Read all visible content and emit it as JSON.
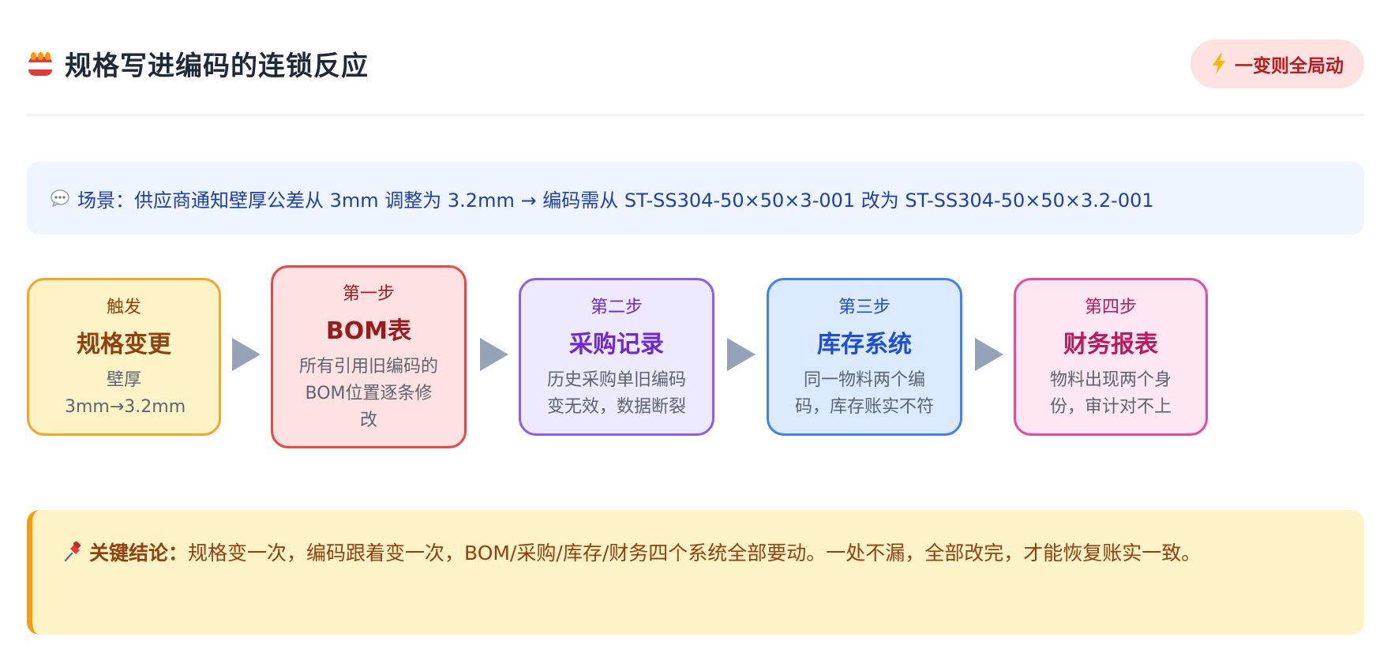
{
  "header": {
    "title": "规格写进编码的连锁反应",
    "title_icon": "fire-extinguisher-icon",
    "badge": "一变则全局动",
    "badge_icon": "lightning-icon"
  },
  "scene": {
    "icon": "speech-bubble-icon",
    "text": "场景：供应商通知壁厚公差从 3mm 调整为 3.2mm → 编码需从 ST-SS304-50×50×3-001 改为 ST-SS304-50×50×3.2-001"
  },
  "steps": [
    {
      "step": "触发",
      "name": "规格变更",
      "desc": "壁厚 3mm→3.2mm",
      "border": "#f5a623",
      "bg": "#fef3c7",
      "step_color": "#92400e",
      "name_color": "#92400e"
    },
    {
      "step": "第一步",
      "name": "BOM表",
      "desc": "所有引用旧编码的BOM位置逐条修改",
      "border": "#ef4444",
      "bg": "#fee2e2",
      "step_color": "#991b1b",
      "name_color": "#991b1b"
    },
    {
      "step": "第二步",
      "name": "采购记录",
      "desc": "历史采购单旧编码变无效，数据断裂",
      "border": "#8b5cf6",
      "bg": "#ede9fe",
      "step_color": "#6d28d9",
      "name_color": "#6d28d9"
    },
    {
      "step": "第三步",
      "name": "库存系统",
      "desc": "同一物料两个编码，库存账实不符",
      "border": "#3b82f6",
      "bg": "#dbeafe",
      "step_color": "#1d4ed8",
      "name_color": "#1d4ed8"
    },
    {
      "step": "第四步",
      "name": "财务报表",
      "desc": "物料出现两个身份，审计对不上",
      "border": "#ec4899",
      "bg": "#fce7f3",
      "step_color": "#be185d",
      "name_color": "#be185d"
    }
  ],
  "conclusion": {
    "icon": "pushpin-icon",
    "label": "关键结论：",
    "text": "规格变一次，编码跟着变一次，BOM/采购/库存/财务四个系统全部要动。一处不漏，全部改完，才能恢复账实一致。"
  }
}
